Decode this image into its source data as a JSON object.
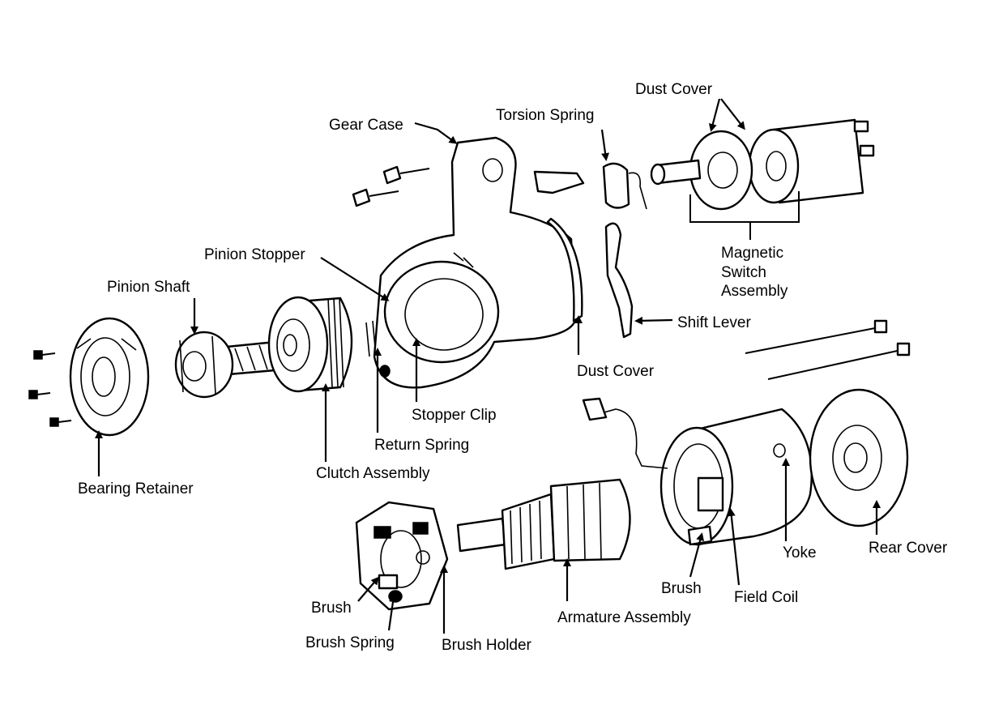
{
  "labels": {
    "gear_case": "Gear Case",
    "torsion_spring": "Torsion Spring",
    "dust_cover_top": "Dust Cover",
    "magnetic_switch_1": "Magnetic",
    "magnetic_switch_2": "Switch",
    "magnetic_switch_3": "Assembly",
    "pinion_stopper": "Pinion Stopper",
    "pinion_shaft": "Pinion Shaft",
    "shift_lever": "Shift Lever",
    "dust_cover_mid": "Dust Cover",
    "stopper_clip": "Stopper Clip",
    "return_spring": "Return Spring",
    "clutch_assembly": "Clutch Assembly",
    "bearing_retainer": "Bearing Retainer",
    "yoke": "Yoke",
    "rear_cover": "Rear Cover",
    "brush_right": "Brush",
    "field_coil": "Field Coil",
    "armature_assembly": "Armature Assembly",
    "brush_left": "Brush",
    "brush_spring": "Brush Spring",
    "brush_holder": "Brush Holder"
  }
}
